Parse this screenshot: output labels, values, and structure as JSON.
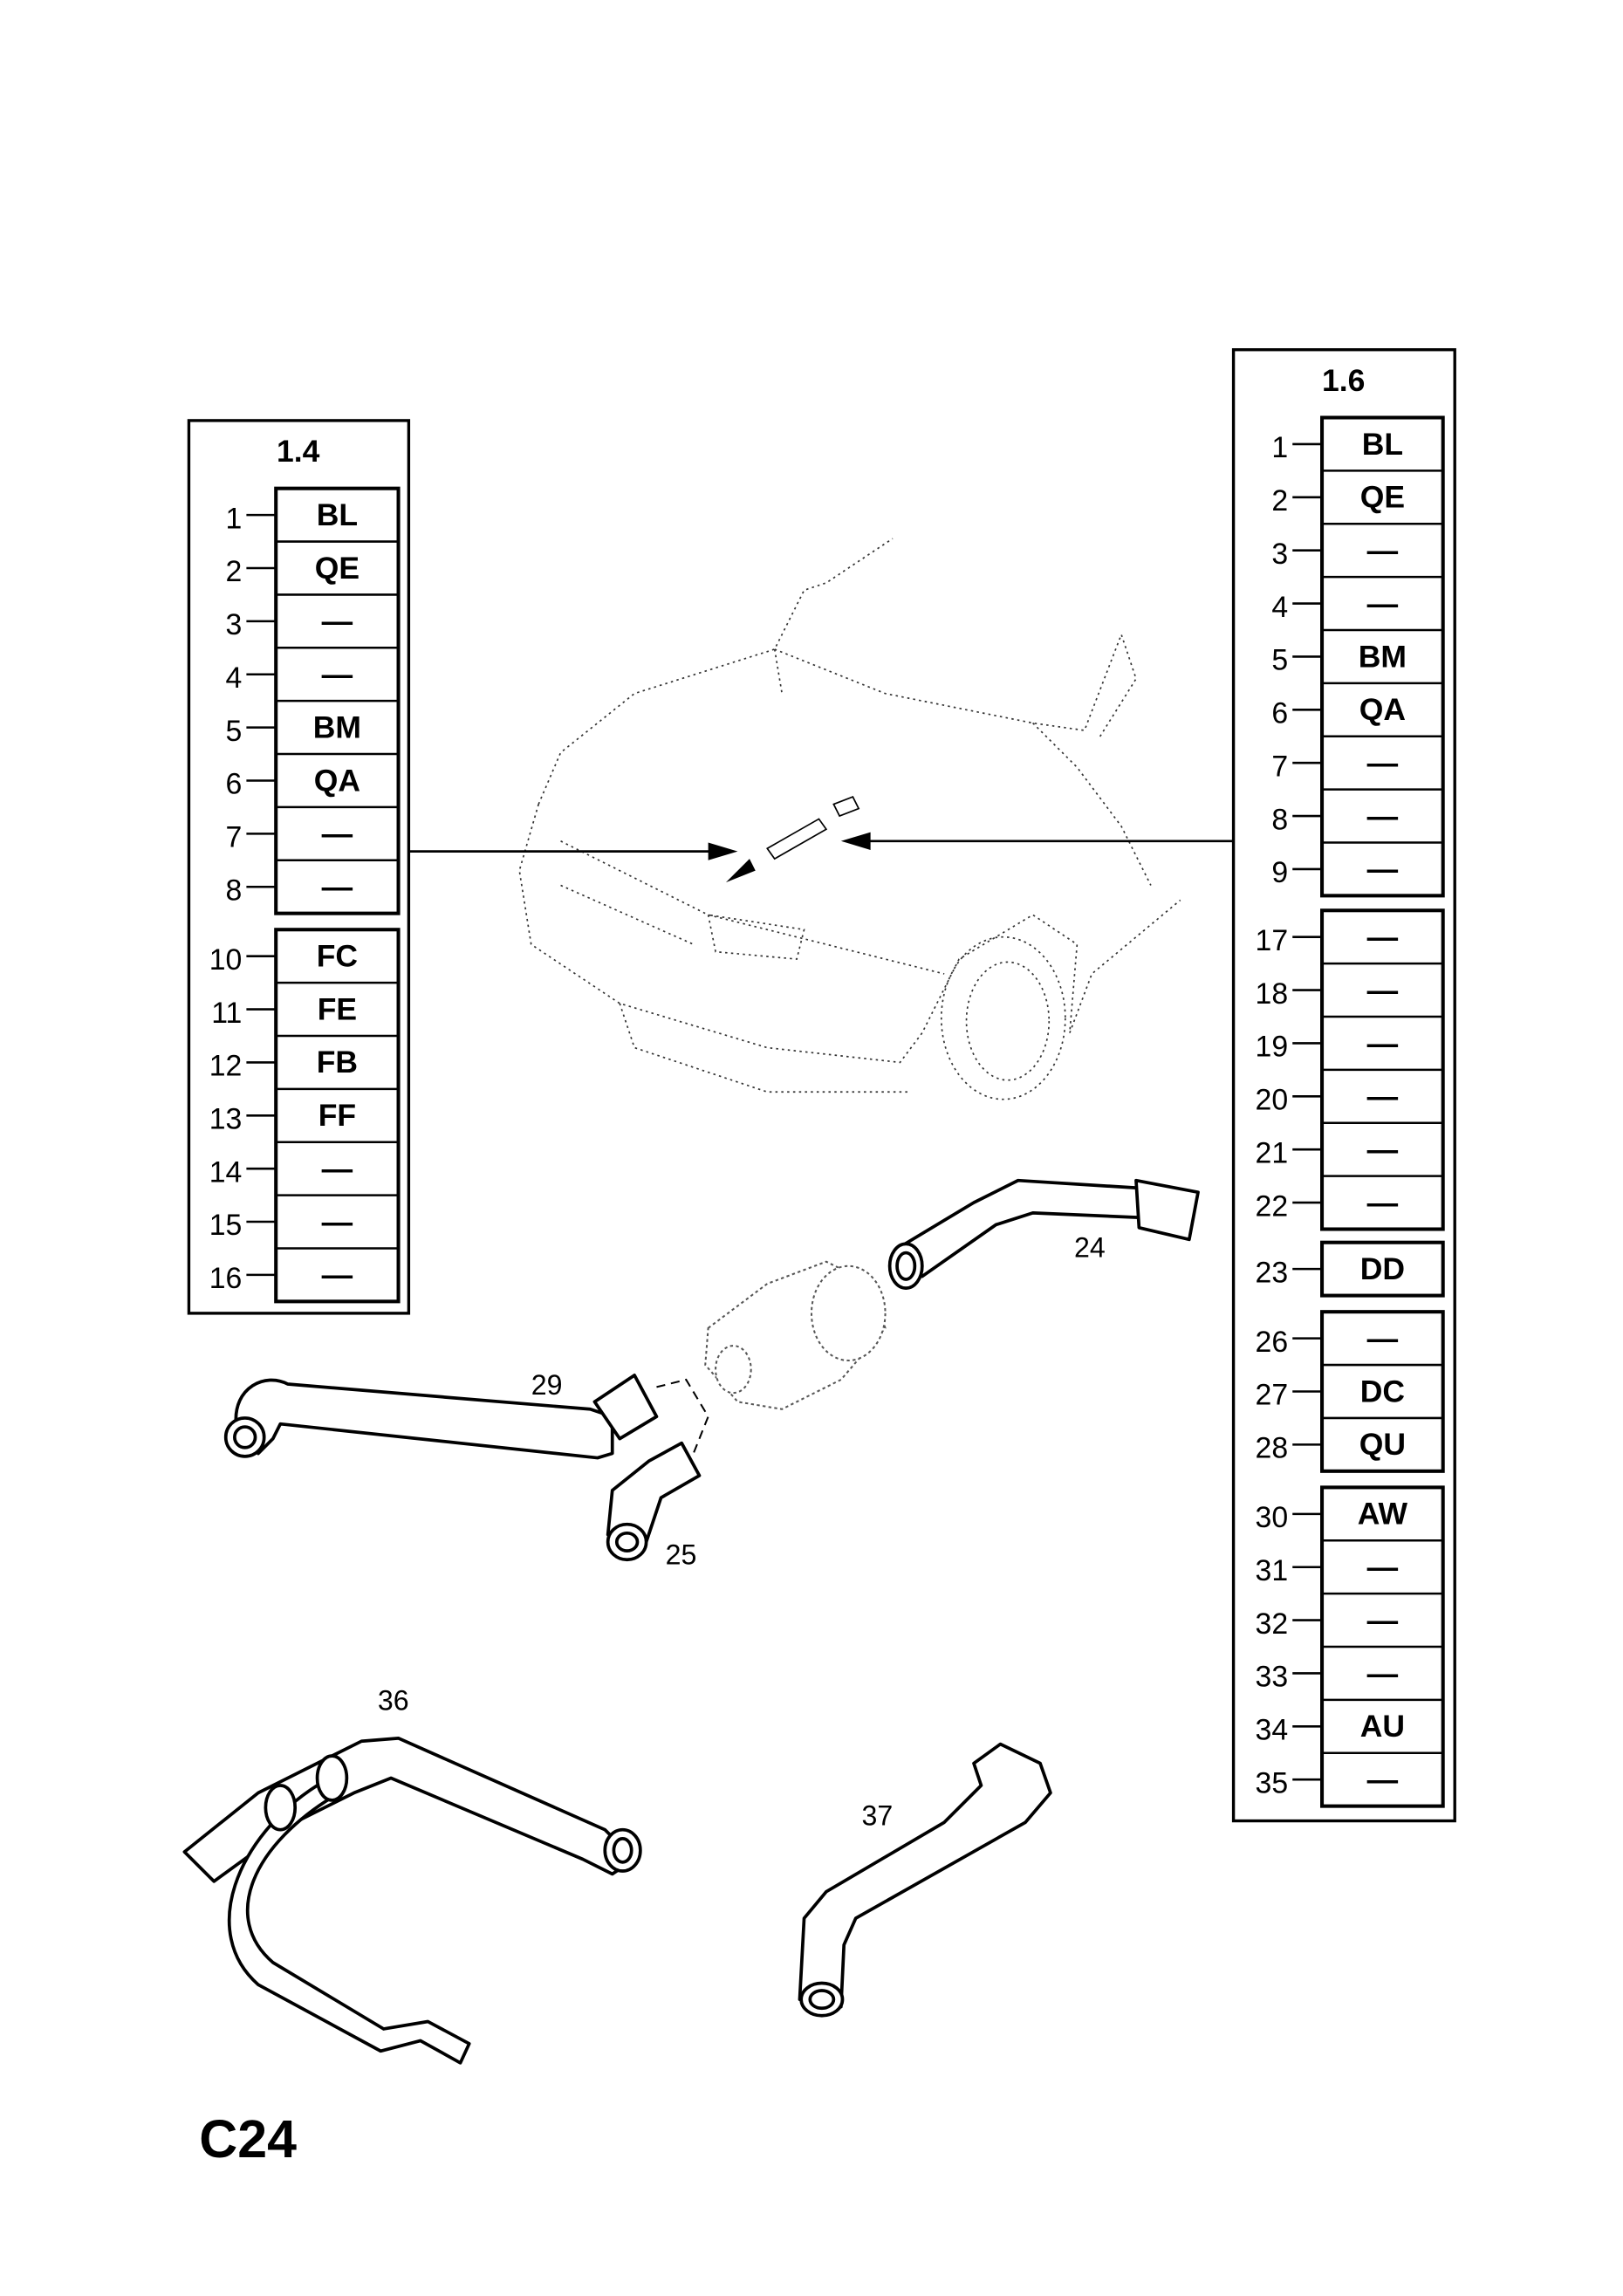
{
  "page_label": "C24",
  "tables": [
    {
      "id": "engine-1-4",
      "title": "1.4",
      "groups": [
        [
          [
            "1",
            "BL"
          ],
          [
            "2",
            "QE"
          ],
          [
            "3",
            "—"
          ],
          [
            "4",
            "—"
          ],
          [
            "5",
            "BM"
          ],
          [
            "6",
            "QA"
          ],
          [
            "7",
            "—"
          ],
          [
            "8",
            "—"
          ]
        ],
        [
          [
            "10",
            "FC"
          ],
          [
            "11",
            "FE"
          ],
          [
            "12",
            "FB"
          ],
          [
            "13",
            "FF"
          ],
          [
            "14",
            "—"
          ],
          [
            "15",
            "—"
          ],
          [
            "16",
            "—"
          ]
        ]
      ]
    },
    {
      "id": "engine-1-6",
      "title": "1.6",
      "groups": [
        [
          [
            "1",
            "BL"
          ],
          [
            "2",
            "QE"
          ],
          [
            "3",
            "—"
          ],
          [
            "4",
            "—"
          ],
          [
            "5",
            "BM"
          ],
          [
            "6",
            "QA"
          ],
          [
            "7",
            "—"
          ],
          [
            "8",
            "—"
          ],
          [
            "9",
            "—"
          ]
        ],
        [
          [
            "17",
            "—"
          ],
          [
            "18",
            "—"
          ],
          [
            "19",
            "—"
          ],
          [
            "20",
            "—"
          ],
          [
            "21",
            "—"
          ],
          [
            "22",
            "—"
          ]
        ],
        [
          [
            "23",
            "DD"
          ]
        ],
        [
          [
            "26",
            "—"
          ],
          [
            "27",
            "DC"
          ],
          [
            "28",
            "QU"
          ]
        ],
        [
          [
            "30",
            "AW"
          ],
          [
            "31",
            "—"
          ],
          [
            "32",
            "—"
          ],
          [
            "33",
            "—"
          ],
          [
            "34",
            "AU"
          ],
          [
            "35",
            "—"
          ]
        ]
      ]
    }
  ],
  "callouts": {
    "p24": "24",
    "p25": "25",
    "p29": "29",
    "p36": "36",
    "p37": "37"
  }
}
